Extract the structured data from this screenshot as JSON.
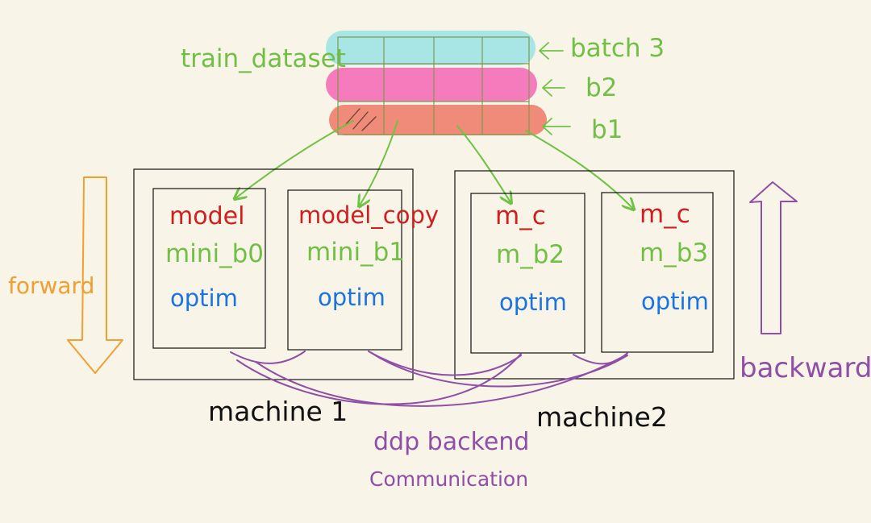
{
  "colors": {
    "background": "#f8f4e8",
    "batch3": "#a7e6e4",
    "b2": "#f57bbc",
    "b1": "#ef8b78",
    "arrow_green": "#6fc243",
    "text_green": "#71bf44",
    "model_red": "#cf1f1f",
    "optim_blue": "#1b73df",
    "forward_orange": "#f0a030",
    "backward_purple": "#8f4fa6",
    "outline": "#111111"
  },
  "dataset": {
    "label": "train_dataset",
    "batches": [
      {
        "label": "batch 3"
      },
      {
        "label": "b2"
      },
      {
        "label": "b1"
      }
    ]
  },
  "machines": [
    {
      "label": "machine 1",
      "workers": [
        {
          "model": "model",
          "data": "mini_b0",
          "optim": "optim"
        },
        {
          "model": "model_copy",
          "data": "mini_b1",
          "optim": "optim"
        }
      ]
    },
    {
      "label": "machine2",
      "workers": [
        {
          "model": "m_c",
          "data": "m_b2",
          "optim": "optim"
        },
        {
          "model": "m_c",
          "data": "m_b3",
          "optim": "optim"
        }
      ]
    }
  ],
  "directions": {
    "forward": "forward",
    "backward": "backward"
  },
  "communication": {
    "line1": "ddp backend",
    "line2": "Communication"
  }
}
